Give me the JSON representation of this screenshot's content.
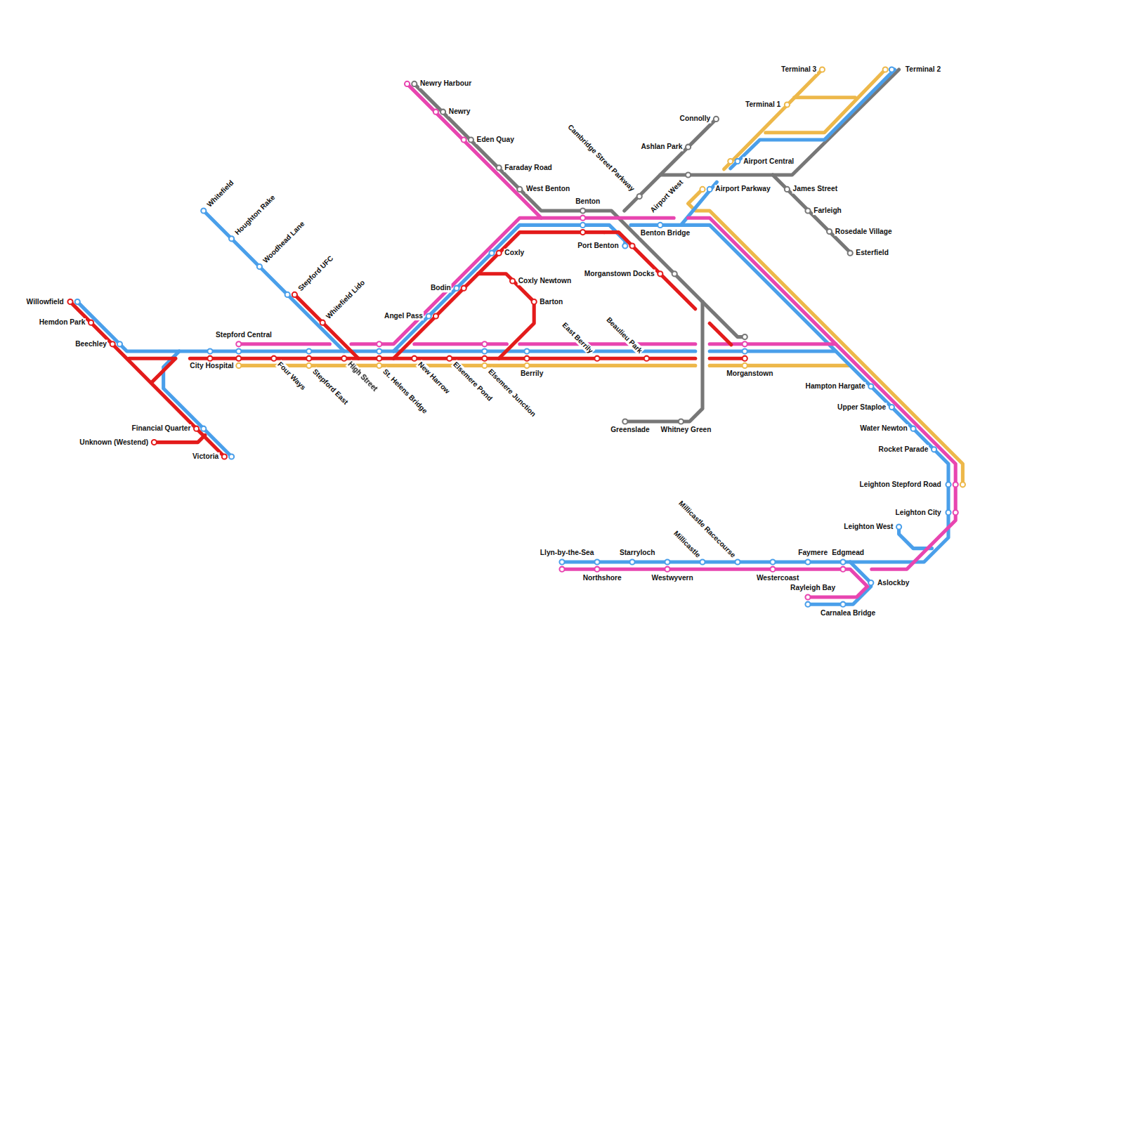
{
  "diagram": {
    "labels": [
      "Willowfield",
      "Hemdon Park",
      "Beechley",
      "Financial Quarter",
      "Unknown (Westend)",
      "Victoria",
      "Whitefield",
      "Houghton Rake",
      "Woodhead Lane",
      "Stepford UFC",
      "Whitefield Lido",
      "Stepford Central",
      "City Hospital",
      "Four Ways",
      "Stepford East",
      "High Street",
      "St. Helens Bridge",
      "New Harrow",
      "Elsemere Pond",
      "Elsemere Junction",
      "Berrily",
      "East Berrily",
      "Beaulieu Park",
      "Morganstown",
      "Angel Pass",
      "Bodin",
      "Coxly",
      "Coxly Newtown",
      "Barton",
      "Newry Harbour",
      "Newry",
      "Eden Quay",
      "Faraday Road",
      "West Benton",
      "Benton",
      "Port Benton",
      "Morganstown Docks",
      "Benton Bridge",
      "Cambridge Street Parkway",
      "Ashlan Park",
      "Connolly",
      "Airport West",
      "Airport Parkway",
      "Airport Central",
      "Terminal 1",
      "Terminal 3",
      "Terminal 2",
      "James Street",
      "Farleigh",
      "Rosedale Village",
      "Esterfield",
      "Greenslade",
      "Whitney Green",
      "Hampton Hargate",
      "Upper Staploe",
      "Water Newton",
      "Rocket Parade",
      "Leighton Stepford Road",
      "Leighton City",
      "Leighton West",
      "Llyn-by-the-Sea",
      "Northshore",
      "Starryloch",
      "Westwyvern",
      "Millicastle",
      "Millicastle Racecourse",
      "Westercoast",
      "Faymere",
      "Edgmead",
      "Aslockby",
      "Rayleigh Bay",
      "Carnalea Bridge"
    ]
  }
}
